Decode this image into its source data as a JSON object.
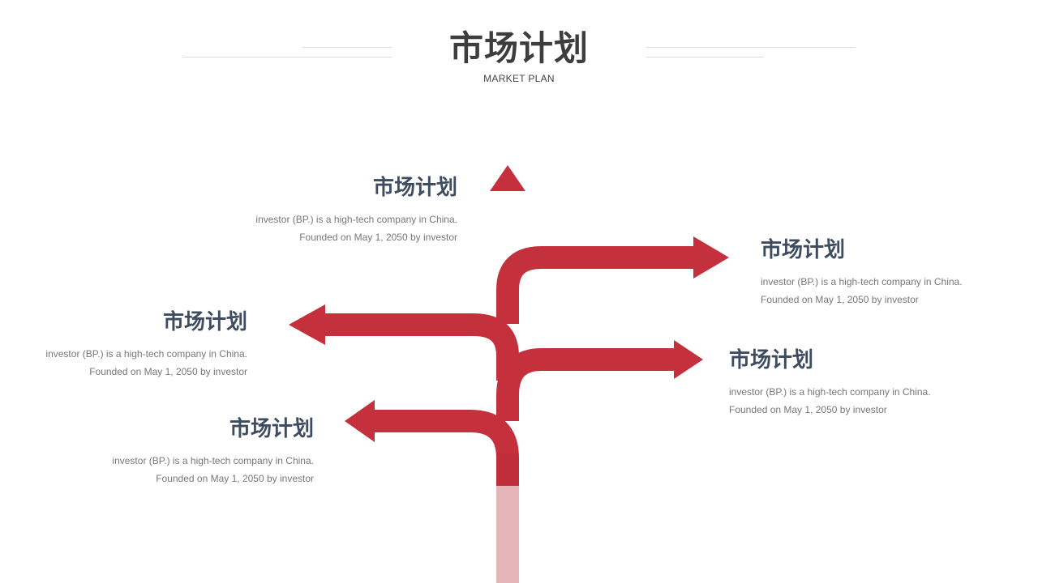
{
  "header": {
    "title": "市场计划",
    "subtitle": "MARKET PLAN"
  },
  "colors": {
    "arrow": "#c4303c",
    "arrow_shade": "#a5252f",
    "heading": "#3e4c60",
    "body_text": "#777777"
  },
  "items": [
    {
      "title": "市场计划",
      "line1": "investor (BP.)  is a high-tech company in China.",
      "line2": "Founded on May  1, 2050 by investor"
    },
    {
      "title": "市场计划",
      "line1": "investor (BP.)  is a high-tech company in China.",
      "line2": "Founded on May  1, 2050 by investor"
    },
    {
      "title": "市场计划",
      "line1": "investor (BP.)  is a high-tech company in China.",
      "line2": "Founded on May  1, 2050 by investor"
    },
    {
      "title": "市场计划",
      "line1": "investor (BP.)  is a high-tech company in China.",
      "line2": "Founded on May  1, 2050 by investor"
    },
    {
      "title": "市场计划",
      "line1": "investor (BP.)  is a high-tech company in China.",
      "line2": "Founded on May  1, 2050 by investor"
    }
  ]
}
